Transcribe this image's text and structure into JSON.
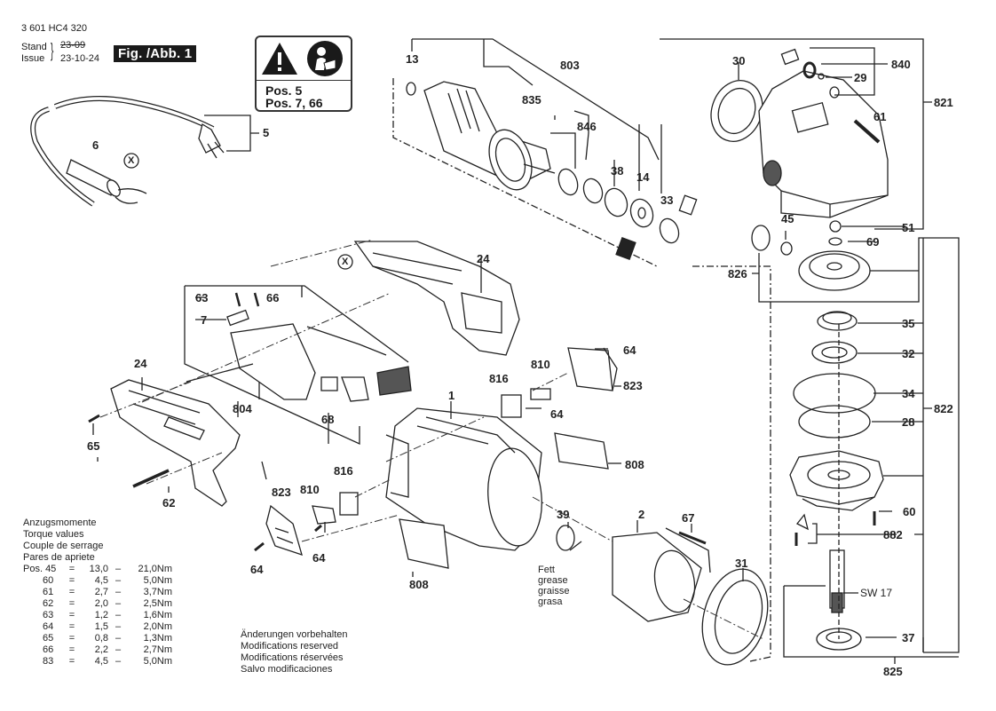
{
  "header": {
    "part_number": "3 601 HC4 320",
    "stand_label": "Stand",
    "issue_label": "Issue",
    "stand_old_value": "23-09",
    "issue_value": "23-10-24",
    "figure_label": "Fig. /Abb. 1"
  },
  "warning_box": {
    "icons": [
      "warning-triangle-icon",
      "read-manual-icon"
    ],
    "lines": [
      "Pos. 5",
      "Pos. 7, 66"
    ]
  },
  "part_labels": {
    "p13": "13",
    "p803": "803",
    "p835": "835",
    "p846": "846",
    "p38": "38",
    "p14": "14",
    "p33": "33",
    "p30": "30",
    "p840": "840",
    "p29": "29",
    "p61": "61",
    "p821": "821",
    "p51": "51",
    "p45": "45",
    "p69": "69",
    "p826": "826",
    "p35": "35",
    "p32": "32",
    "p34": "34",
    "p28": "28",
    "p822": "822",
    "p60": "60",
    "p882": "882",
    "sw17": "SW 17",
    "p37": "37",
    "p825": "825",
    "p5": "5",
    "p6": "6",
    "x_top": "X",
    "x_mid": "X",
    "p24_top": "24",
    "p63": "63",
    "p66": "66",
    "p7": "7",
    "p804": "804",
    "p68": "68",
    "p24_left": "24",
    "p65": "65",
    "p62": "62",
    "p1": "1",
    "p816_top": "816",
    "p810_top": "810",
    "p64_a": "64",
    "p823_top": "823",
    "p64_b": "64",
    "p808_top": "808",
    "p823_bot": "823",
    "p810_bot": "810",
    "p816_bot": "816",
    "p64_c": "64",
    "p64_d": "64",
    "p808_bot": "808",
    "p39": "39",
    "p2": "2",
    "p67": "67",
    "p31": "31"
  },
  "grease_note": [
    "Fett",
    "grease",
    "graisse",
    "grasa"
  ],
  "torque": {
    "titles": [
      "Anzugsmomente",
      "Torque values",
      "Couple de serrage",
      "Pares de apriete"
    ],
    "rows": [
      {
        "pos": "Pos. 45",
        "min": "13,0",
        "max": "21,0Nm"
      },
      {
        "pos": "60",
        "min": "4,5",
        "max": "5,0Nm"
      },
      {
        "pos": "61",
        "min": "2,7",
        "max": "3,7Nm"
      },
      {
        "pos": "62",
        "min": "2,0",
        "max": "2,5Nm"
      },
      {
        "pos": "63",
        "min": "1,2",
        "max": "1,6Nm"
      },
      {
        "pos": "64",
        "min": "1,5",
        "max": "2,0Nm"
      },
      {
        "pos": "65",
        "min": "0,8",
        "max": "1,3Nm"
      },
      {
        "pos": "66",
        "min": "2,2",
        "max": "2,7Nm"
      },
      {
        "pos": "83",
        "min": "4,5",
        "max": "5,0Nm"
      }
    ],
    "eq": "=",
    "dash": "–"
  },
  "modifications_note": [
    "Änderungen vorbehalten",
    "Modifications reserved",
    "Modifications réservées",
    "Salvo modificaciones"
  ]
}
